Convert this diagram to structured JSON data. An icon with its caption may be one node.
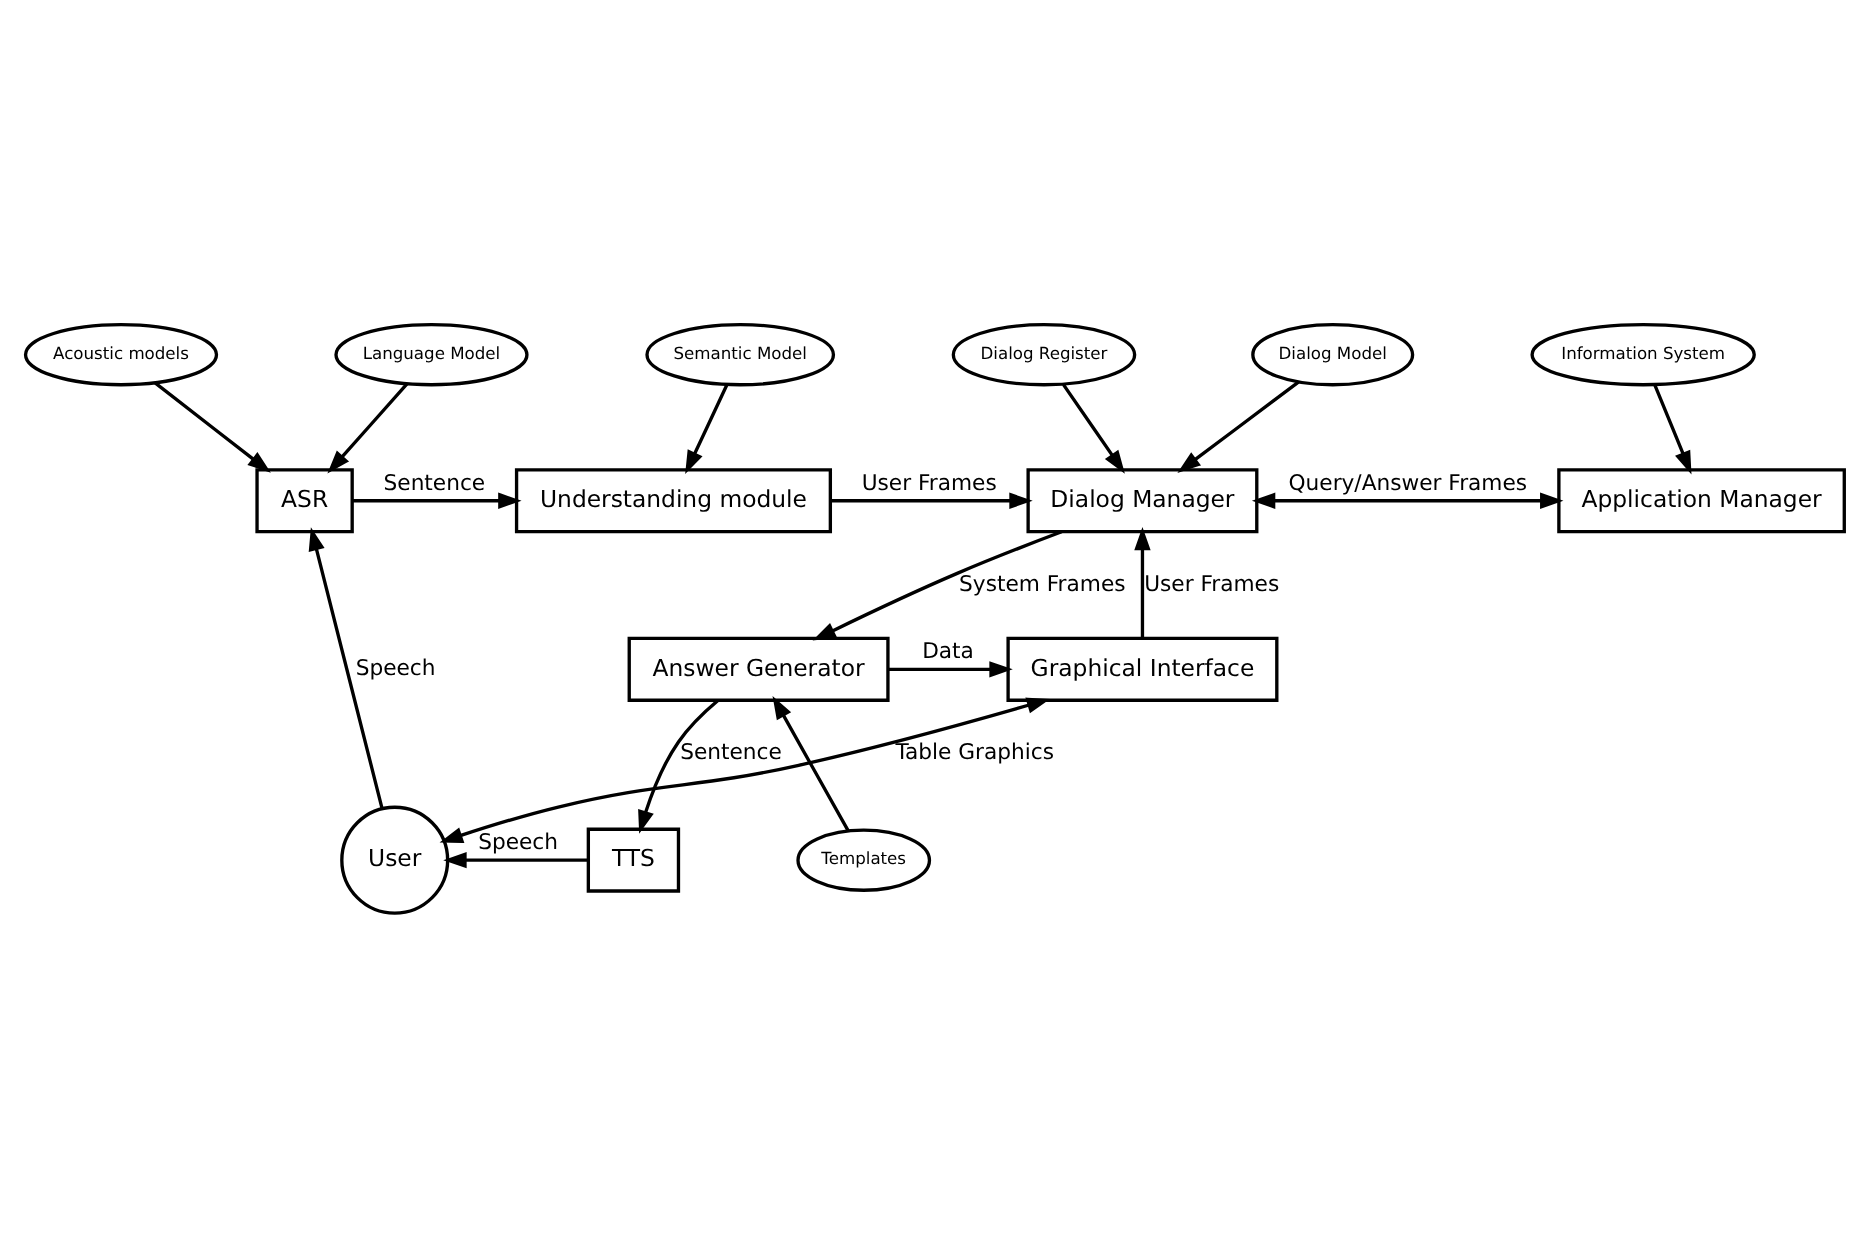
{
  "diagram": {
    "nodes": [
      {
        "text": [
          "Acoustic models"
        ]
      },
      {
        "text": [
          "Language Model"
        ]
      },
      {
        "text": [
          "Semantic Model"
        ]
      },
      {
        "text": [
          "Dialog Register"
        ]
      },
      {
        "text": [
          "Dialog Model"
        ]
      },
      {
        "text": [
          "Information System"
        ]
      },
      {
        "text": [
          "ASR"
        ]
      },
      {
        "text": [
          "Understanding module"
        ]
      },
      {
        "text": [
          "Dialog Manager"
        ]
      },
      {
        "text": [
          "Application Manager"
        ]
      },
      {
        "text": [
          "User"
        ]
      },
      {
        "text": [
          "Graphical Interface"
        ]
      },
      {
        "text": [
          "Answer Generator"
        ]
      },
      {
        "text": [
          "TTS"
        ]
      },
      {
        "text": [
          "Templates"
        ]
      }
    ],
    "edges": [
      {
        "from": 0,
        "to": 6,
        "arrow": "to"
      },
      {
        "from": 1,
        "to": 6,
        "arrow": "to"
      },
      {
        "from": 2,
        "to": 7,
        "arrow": "to"
      },
      {
        "from": 3,
        "to": 8,
        "arrow": "to"
      },
      {
        "from": 4,
        "to": 8,
        "arrow": "to"
      },
      {
        "from": 5,
        "to": 9,
        "arrow": "to"
      },
      {
        "from": 6,
        "to": 7,
        "arrow": "to",
        "label": "Sentence"
      },
      {
        "from": 7,
        "to": 8,
        "arrow": "to",
        "label": "User Frames"
      },
      {
        "from": 8,
        "to": 9,
        "arrow": "both",
        "label": "Query/Answer Frames"
      },
      {
        "from": 10,
        "to": 6,
        "arrow": "to",
        "label": "Speech"
      },
      {
        "from": 11,
        "to": 8,
        "arrow": "to",
        "label": "User Frames"
      },
      {
        "from": 10,
        "to": 11,
        "arrow": "both",
        "label": "Table Graphics"
      },
      {
        "from": 8,
        "to": 12,
        "arrow": "to",
        "label": "System Frames"
      },
      {
        "from": 12,
        "to": 11,
        "arrow": "to",
        "label": "Data"
      },
      {
        "from": 12,
        "to": 13,
        "arrow": "to",
        "label": "Sentence"
      },
      {
        "from": 13,
        "to": 10,
        "arrow": "to",
        "label": "Speech"
      },
      {
        "from": 14,
        "to": 12,
        "arrow": "to"
      }
    ]
  }
}
